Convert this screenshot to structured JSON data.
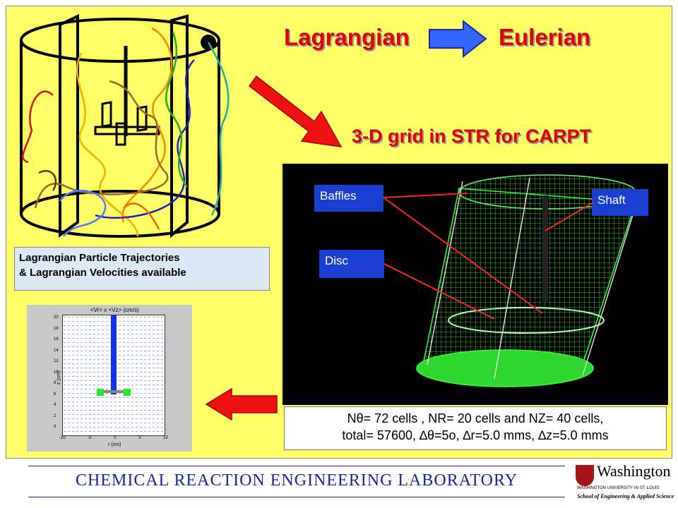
{
  "heading": {
    "left": "Lagrangian",
    "right": "Eulerian"
  },
  "subheading": "3-D grid in STR for CARPT",
  "trajectory_caption": {
    "line1": "Lagrangian Particle Trajectories",
    "line2": "& Lagrangian Velocities available"
  },
  "grid_labels": {
    "baffles": "Baffles",
    "shaft": "Shaft",
    "disc": "Disc"
  },
  "formula": {
    "line1": "Nθ= 72 cells , NR= 20 cells and NZ= 40 cells,",
    "line2": "total= 57600, ∆θ=5o, ∆r=5.0 mms, ∆z=5.0 mms"
  },
  "plot": {
    "title": "<Vr> x <Vz> (cm/s)",
    "ylabel": "z (cm)",
    "xlabel": "r (cm)",
    "yticks": [
      "20",
      "18",
      "16",
      "14",
      "12",
      "10",
      "8",
      "6",
      "4",
      "2",
      "0"
    ],
    "xticks": [
      "-10",
      "-5",
      "0",
      "5",
      "10"
    ]
  },
  "footer": {
    "text": "CHEMICAL  REACTION  ENGINEERING  LABORATORY",
    "logo_title": "Washington",
    "logo_sub1": "WASHINGTON·UNIVERSITY·IN·ST·LOUIS",
    "logo_sub2": "School of Engineering & Applied Science"
  },
  "colors": {
    "background": "#ffff66",
    "heading_red": "#e00000",
    "grid_green": "#33ff33",
    "footer_blue": "#1a2a9a",
    "arrow_red": "#ee1111",
    "arrow_blue": "#3366ff"
  }
}
